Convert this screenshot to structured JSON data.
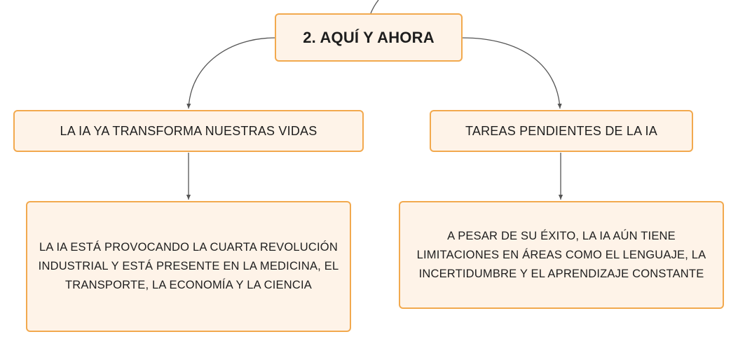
{
  "diagram": {
    "root": {
      "label": "2. AQUÍ Y AHORA"
    },
    "branches": [
      {
        "title": "LA IA YA TRANSFORMA NUESTRAS VIDAS",
        "detail": "LA IA ESTÁ PROVOCANDO LA CUARTA REVOLUCIÓN INDUSTRIAL Y ESTÁ PRESENTE EN LA MEDICINA, EL TRANSPORTE, LA ECONOMÍA Y LA CIENCIA"
      },
      {
        "title": "TAREAS PENDIENTES DE LA IA",
        "detail": "A PESAR DE SU ÉXITO, LA IA AÚN TIENE LIMITACIONES EN ÁREAS COMO EL LENGUAJE, LA INCERTIDUMBRE Y EL APRENDIZAJE CONSTANTE"
      }
    ],
    "colors": {
      "node_fill": "#fef3e8",
      "node_border": "#f2a94e",
      "connector": "#555555",
      "text": "#1e1e1e"
    }
  }
}
